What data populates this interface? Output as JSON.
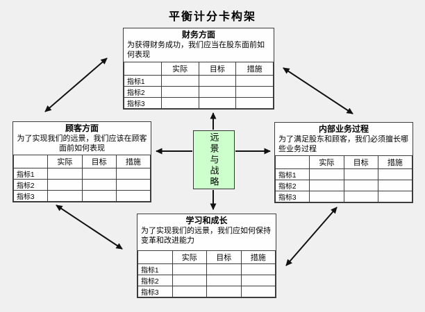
{
  "page": {
    "title": "平衡计分卡构架",
    "background": "#f0f0f0"
  },
  "center_box": {
    "label": "远景与战略",
    "fill": "#ccffcc",
    "border": "#333333"
  },
  "shared_table": {
    "headers": [
      "实际",
      "目标",
      "措施"
    ],
    "row_labels": [
      "指标1",
      "指标2",
      "指标3"
    ]
  },
  "boxes": {
    "financial": {
      "title": "财务方面",
      "desc": "为获得财务成功，我们应当在股东面前如何表现"
    },
    "customer": {
      "title": "顾客方面",
      "desc": "为了实现我们的远景，我们应该在顾客面前如何表现"
    },
    "internal": {
      "title": "内部业务过程",
      "desc": "为了满足股东和顾客，我们必须擅长哪些业务过程"
    },
    "learning": {
      "title": "学习和成长",
      "desc": "为了实现我们的远景，我们应如何保持变革和改进能力"
    }
  },
  "arrows": {
    "color": "#111111",
    "connections": [
      {
        "from": "center",
        "to": "financial",
        "double": false
      },
      {
        "from": "center",
        "to": "customer",
        "double": false
      },
      {
        "from": "center",
        "to": "internal",
        "double": false
      },
      {
        "from": "center",
        "to": "learning",
        "double": false
      },
      {
        "from": "customer",
        "to": "financial",
        "double": true
      },
      {
        "from": "financial",
        "to": "internal",
        "double": true
      },
      {
        "from": "customer",
        "to": "learning",
        "double": true
      },
      {
        "from": "learning",
        "to": "internal",
        "double": true
      }
    ]
  }
}
